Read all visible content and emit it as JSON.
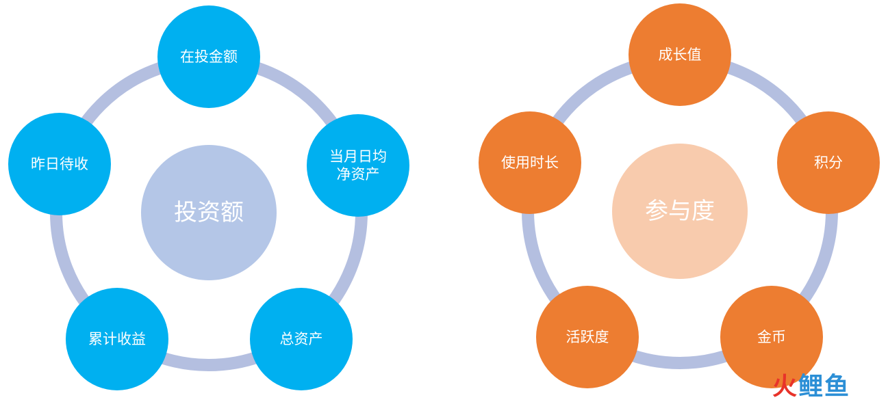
{
  "diagrams": [
    {
      "center": "投资额",
      "satellites": [
        "在投金额",
        "当月日均\n净资产",
        "总资产",
        "累计收益",
        "昨日待收"
      ],
      "colors": {
        "ring": "#b4bfe0",
        "center": "#b4c6e7",
        "satellite": "#00b0f0",
        "text": "#ffffff"
      }
    },
    {
      "center": "参与度",
      "satellites": [
        "成长值",
        "积分",
        "金币",
        "活跃度",
        "使用时长"
      ],
      "colors": {
        "ring": "#b4bfe0",
        "center": "#f8cbad",
        "satellite": "#ed7d31",
        "text": "#ffffff"
      }
    }
  ],
  "watermark": {
    "part1": "火",
    "part2": "鲤鱼"
  }
}
